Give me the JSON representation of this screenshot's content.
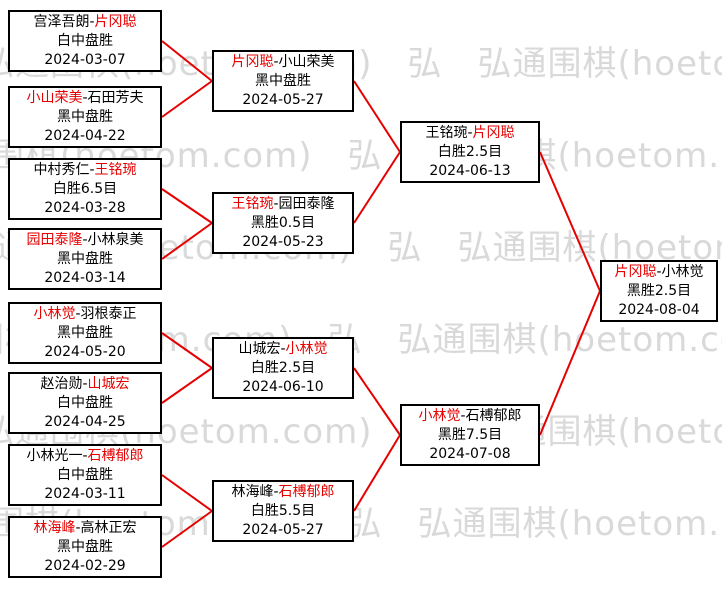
{
  "separator": "-",
  "watermark": {
    "text": "弘通围棋(hoetom.com)",
    "row_text": "弘通围棋(hoetom.com)　弘　弘通围棋(hoetom.com)　弘　弘通围棋(hoetom.com)"
  },
  "colors": {
    "winner": "#e60000",
    "line": "#e60000",
    "border": "#000000",
    "text": "#000000",
    "watermark": "#d9d9d9",
    "background": "#ffffff"
  },
  "bracket": {
    "round1": [
      {
        "p1": "宫泽吾朗",
        "p2": "片冈聪",
        "p1_win": "false",
        "p2_win": "true",
        "result": "白中盘胜",
        "date": "2024-03-07"
      },
      {
        "p1": "小山荣美",
        "p2": "石田芳夫",
        "p1_win": "true",
        "p2_win": "false",
        "result": "黑中盘胜",
        "date": "2024-04-22"
      },
      {
        "p1": "中村秀仁",
        "p2": "王铭琬",
        "p1_win": "false",
        "p2_win": "true",
        "result": "白胜6.5目",
        "date": "2024-03-28"
      },
      {
        "p1": "园田泰隆",
        "p2": "小林泉美",
        "p1_win": "true",
        "p2_win": "false",
        "result": "黑中盘胜",
        "date": "2024-03-14"
      },
      {
        "p1": "小林觉",
        "p2": "羽根泰正",
        "p1_win": "true",
        "p2_win": "false",
        "result": "黑中盘胜",
        "date": "2024-05-20"
      },
      {
        "p1": "赵治勋",
        "p2": "山城宏",
        "p1_win": "false",
        "p2_win": "true",
        "result": "白中盘胜",
        "date": "2024-04-25"
      },
      {
        "p1": "小林光一",
        "p2": "石榑郁郎",
        "p1_win": "false",
        "p2_win": "true",
        "result": "白中盘胜",
        "date": "2024-03-11"
      },
      {
        "p1": "林海峰",
        "p2": "高林正宏",
        "p1_win": "true",
        "p2_win": "false",
        "result": "黑中盘胜",
        "date": "2024-02-29"
      }
    ],
    "round2": [
      {
        "p1": "片冈聪",
        "p2": "小山荣美",
        "p1_win": "true",
        "p2_win": "false",
        "result": "黑中盘胜",
        "date": "2024-05-27"
      },
      {
        "p1": "王铭琬",
        "p2": "园田泰隆",
        "p1_win": "true",
        "p2_win": "false",
        "result": "黑胜0.5目",
        "date": "2024-05-23"
      },
      {
        "p1": "山城宏",
        "p2": "小林觉",
        "p1_win": "false",
        "p2_win": "true",
        "result": "白胜2.5目",
        "date": "2024-06-10"
      },
      {
        "p1": "林海峰",
        "p2": "石榑郁郎",
        "p1_win": "false",
        "p2_win": "true",
        "result": "白胜5.5目",
        "date": "2024-05-27"
      }
    ],
    "semifinals": [
      {
        "p1": "王铭琬",
        "p2": "片冈聪",
        "p1_win": "false",
        "p2_win": "true",
        "result": "白胜2.5目",
        "date": "2024-06-13"
      },
      {
        "p1": "小林觉",
        "p2": "石榑郁郎",
        "p1_win": "true",
        "p2_win": "false",
        "result": "黑胜7.5目",
        "date": "2024-07-08"
      }
    ],
    "final": [
      {
        "p1": "片冈聪",
        "p2": "小林觉",
        "p1_win": "true",
        "p2_win": "false",
        "result": "黑胜2.5目",
        "date": "2024-08-04"
      }
    ]
  }
}
